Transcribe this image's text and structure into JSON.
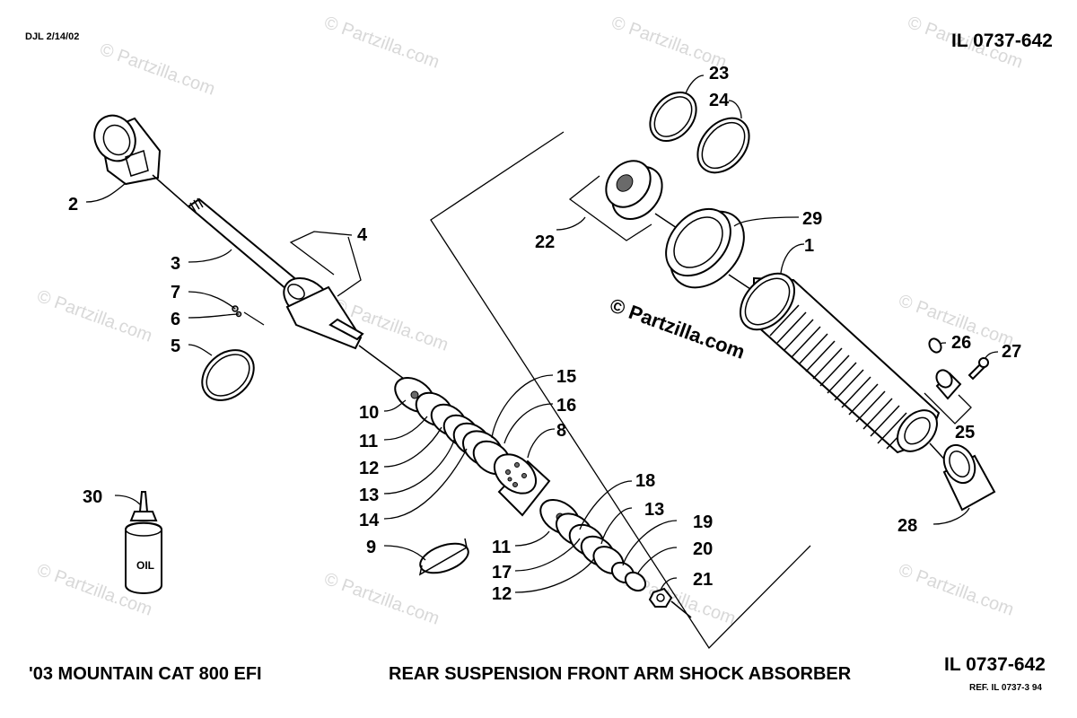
{
  "header": {
    "date_code": "DJL 2/14/02",
    "illustration_id_top": "IL 0737-642"
  },
  "footer": {
    "model": "'03 MOUNTAIN CAT  800 EFI",
    "title": "REAR SUSPENSION FRONT ARM SHOCK ABSORBER",
    "illustration_id_bottom": "IL 0737-642",
    "reference": "REF. IL 0737-3  94"
  },
  "copyright": "© Partzilla.com",
  "watermark_text": "© Partzilla.com",
  "oil_label": "OIL",
  "part_labels": {
    "p1": "1",
    "p2": "2",
    "p3": "3",
    "p4": "4",
    "p5": "5",
    "p6": "6",
    "p7": "7",
    "p8": "8",
    "p9": "9",
    "p10": "10",
    "p11a": "11",
    "p11b": "11",
    "p12a": "12",
    "p12b": "12",
    "p13a": "13",
    "p13b": "13",
    "p14": "14",
    "p15": "15",
    "p16": "16",
    "p17": "17",
    "p18": "18",
    "p19": "19",
    "p20": "20",
    "p21": "21",
    "p22": "22",
    "p23": "23",
    "p24": "24",
    "p25": "25",
    "p26": "26",
    "p27": "27",
    "p28": "28",
    "p29": "29",
    "p30": "30"
  }
}
